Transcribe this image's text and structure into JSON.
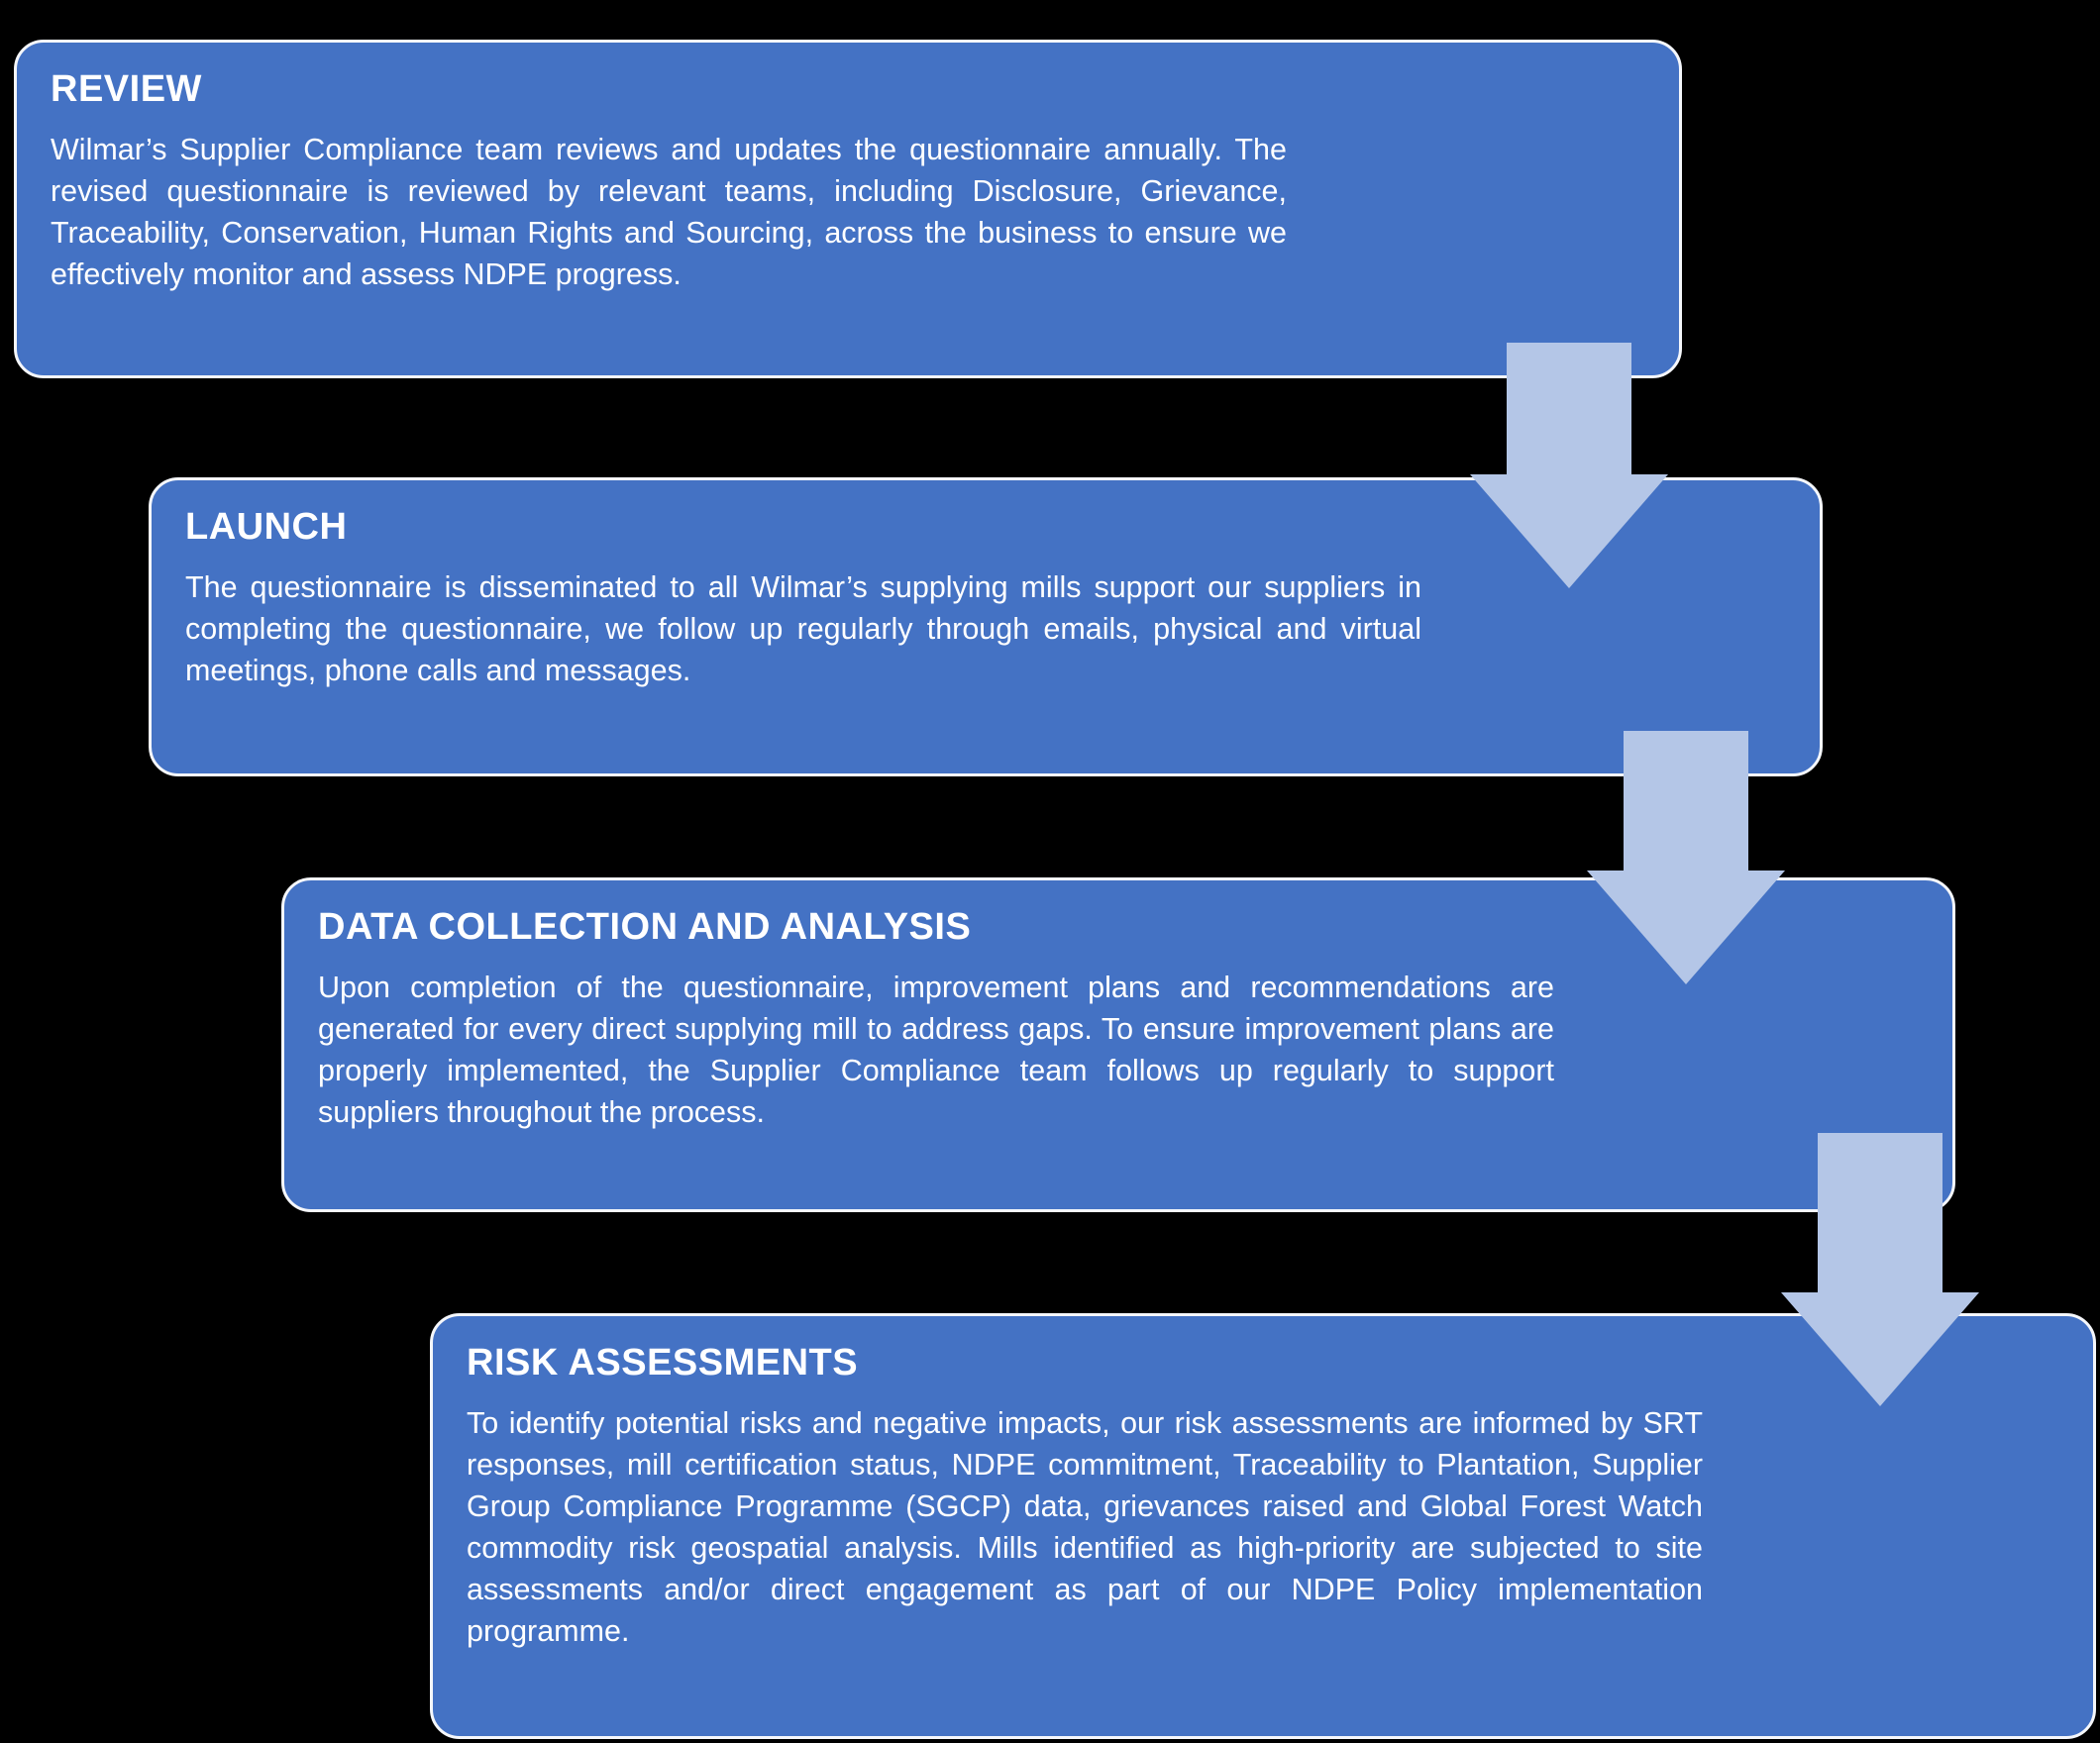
{
  "diagram": {
    "background_color": "#000000",
    "box_color": "#4472c4",
    "box_border_color": "#f5f7fb",
    "arrow_color": "#b4c6e7",
    "steps": [
      {
        "title": "REVIEW",
        "body": "Wilmar’s Supplier Compliance team reviews and updates the questionnaire annually. The revised questionnaire is reviewed by relevant teams, including Disclosure, Grievance, Traceability, Conservation, Human Rights and Sourcing, across the business to ensure we effectively monitor and assess NDPE progress."
      },
      {
        "title": "LAUNCH",
        "body": "The questionnaire is disseminated to all Wilmar’s supplying mills support our suppliers in completing the questionnaire, we follow up regularly through emails, physical and virtual meetings, phone calls and messages."
      },
      {
        "title": "DATA COLLECTION AND ANALYSIS",
        "body": "Upon completion of the questionnaire, improvement plans and recommendations are generated for every direct supplying mill to address gaps. To ensure improvement plans are properly implemented, the Supplier Compliance team follows up regularly to support suppliers throughout the process."
      },
      {
        "title": "RISK ASSESSMENTS",
        "body": "To identify potential risks and negative impacts, our risk assessments are informed by SRT responses, mill certification status, NDPE commitment, Traceability to Plantation, Supplier Group Compliance Programme (SGCP) data, grievances raised and Global Forest Watch commodity risk geospatial analysis. Mills identified as high-priority are subjected to site assessments and/or direct engagement as part of our NDPE Policy implementation programme."
      }
    ]
  }
}
